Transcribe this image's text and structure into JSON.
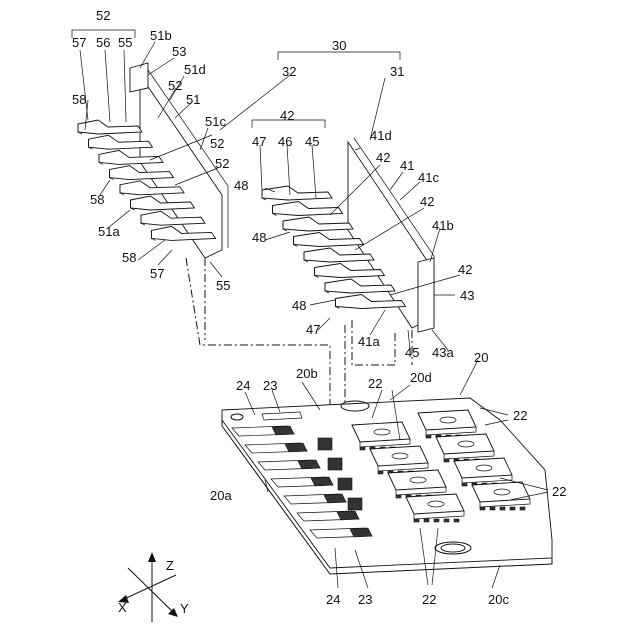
{
  "labels": {
    "l30": "30",
    "l31": "31",
    "l32": "32",
    "l52": "52",
    "l57": "57",
    "l56": "56",
    "l55": "55",
    "l51b": "51b",
    "l53": "53",
    "l51d": "51d",
    "l51": "51",
    "l51c": "51c",
    "l52b": "52",
    "l52c": "52",
    "l52d": "52",
    "l58a": "58",
    "l58b": "58",
    "l58c": "58",
    "l51a": "51a",
    "l57b": "57",
    "l55b": "55",
    "l42": "42",
    "l47": "47",
    "l46": "46",
    "l45": "45",
    "l41d": "41d",
    "l42b": "42",
    "l41": "41",
    "l41c": "41c",
    "l42c": "42",
    "l41b": "41b",
    "l42d": "42",
    "l43": "43",
    "l48a": "48",
    "l48b": "48",
    "l48c": "48",
    "l47b": "47",
    "l41a": "41a",
    "l45b": "45",
    "l43a": "43a",
    "l20": "20",
    "l20b": "20b",
    "l20d": "20d",
    "l24": "24",
    "l23": "23",
    "l22a": "22",
    "l22b": "22",
    "l22c": "22",
    "l20a": "20a",
    "l24b": "24",
    "l23b": "23",
    "l22d": "22",
    "l20c": "20c"
  },
  "axes": {
    "z": "Z",
    "x": "X",
    "y": "Y"
  }
}
